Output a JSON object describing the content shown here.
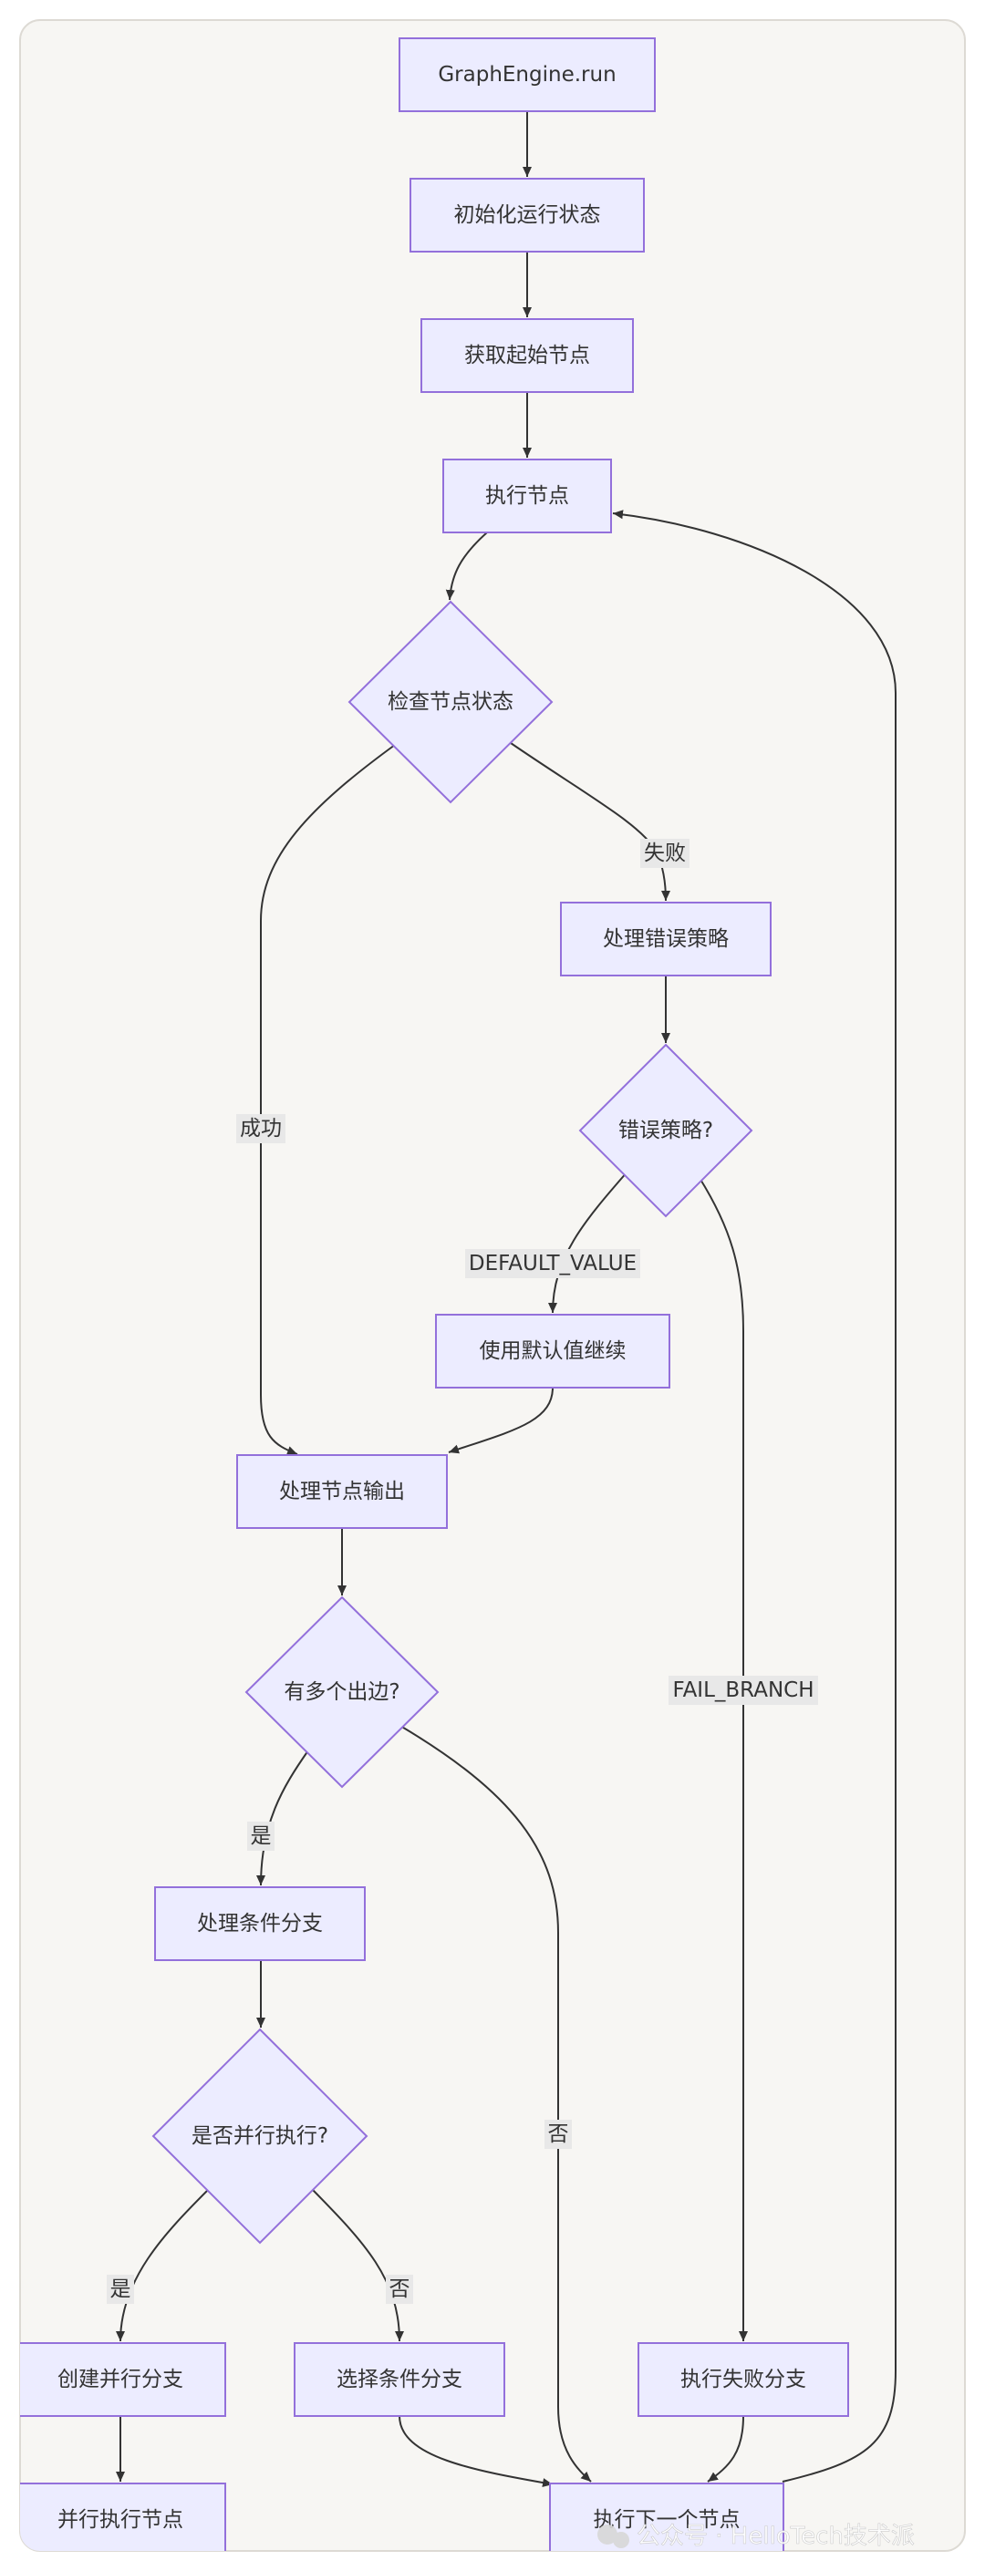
{
  "nodes": {
    "graphengine_run": "GraphEngine.run",
    "init_state": "初始化运行状态",
    "get_start_node": "获取起始节点",
    "execute_node": "执行节点",
    "check_node_status": "检查节点状态",
    "handle_error_strategy": "处理错误策略",
    "error_strategy": "错误策略?",
    "use_default_continue": "使用默认值继续",
    "process_node_output": "处理节点输出",
    "multiple_out_edges": "有多个出边?",
    "handle_condition_branch": "处理条件分支",
    "parallel_execute": "是否并行执行?",
    "create_parallel_branch": "创建并行分支",
    "select_condition_branch": "选择条件分支",
    "execute_fail_branch": "执行失败分支",
    "parallel_execute_nodes": "并行执行节点",
    "execute_next_node": "执行下一个节点"
  },
  "edge_labels": {
    "fail": "失败",
    "success": "成功",
    "default_value": "DEFAULT_VALUE",
    "fail_branch": "FAIL_BRANCH",
    "yes_multi": "是",
    "no_multi": "否",
    "yes_parallel": "是",
    "no_parallel": "否"
  },
  "watermark": {
    "text": "公众号 · HelloTech技术派"
  },
  "colors": {
    "page_background": "#ffffff",
    "canvas_background": "#f7f6f3",
    "node_fill": "#ececff",
    "node_stroke": "#9370db",
    "edge": "#333333",
    "edge_label_background": "#e8e8e8",
    "watermark_text": "#ffffff"
  }
}
